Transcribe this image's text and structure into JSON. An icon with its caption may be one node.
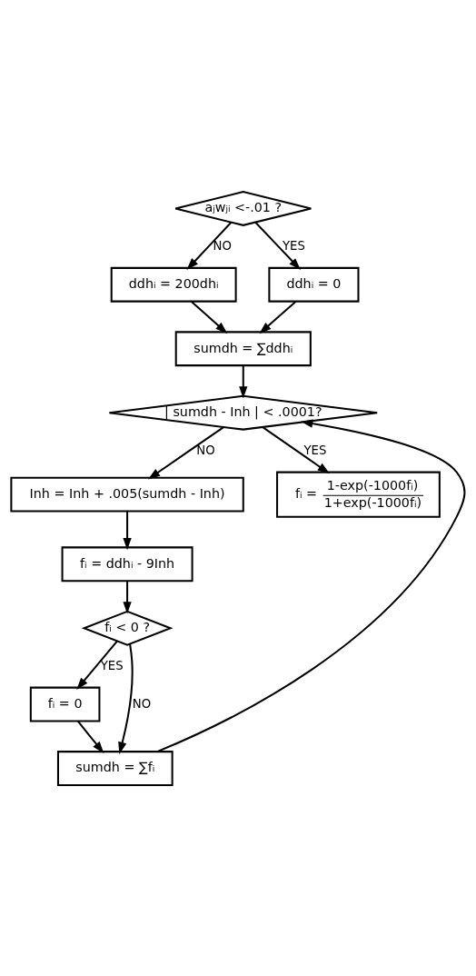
{
  "diagram": {
    "nodes": [
      {
        "text": [
          "aⱼwⱼᵢ <-.01 ?"
        ]
      },
      {
        "text": [
          "ddhᵢ = 200dhᵢ"
        ]
      },
      {
        "text": [
          "ddhᵢ = 0"
        ]
      },
      {
        "text": [
          "sumdh = ∑ddhᵢ"
        ]
      },
      {
        "text": [
          "| sumdh - Inh | < .0001?"
        ]
      },
      {
        "text": [
          "Inh = Inh + .005(sumdh - Inh)"
        ]
      },
      {
        "text": [
          "fᵢ = ddhᵢ - 9Inh"
        ]
      },
      {
        "text": [
          "fᵢ < 0 ?"
        ]
      },
      {
        "text": [
          "fᵢ = 0"
        ]
      },
      {
        "text": [
          "sumdh = ∑fᵢ"
        ]
      },
      {
        "text": [
          "fᵢ =",
          "1-exp(-1000fᵢ)",
          "1+exp(-1000fᵢ)"
        ]
      }
    ],
    "edges": [
      {
        "from": 0,
        "to": 1,
        "arrow": "to",
        "label": "NO"
      },
      {
        "from": 0,
        "to": 2,
        "arrow": "to",
        "label": "YES"
      },
      {
        "from": 1,
        "to": 3,
        "arrow": "to"
      },
      {
        "from": 2,
        "to": 3,
        "arrow": "to"
      },
      {
        "from": 3,
        "to": 4,
        "arrow": "to"
      },
      {
        "from": 4,
        "to": 5,
        "arrow": "to",
        "label": "NO"
      },
      {
        "from": 4,
        "to": 10,
        "arrow": "to",
        "label": "YES"
      },
      {
        "from": 5,
        "to": 6,
        "arrow": "to"
      },
      {
        "from": 6,
        "to": 7,
        "arrow": "to"
      },
      {
        "from": 7,
        "to": 8,
        "arrow": "to",
        "label": "YES"
      },
      {
        "from": 7,
        "to": 9,
        "arrow": "to",
        "label": "NO"
      },
      {
        "from": 8,
        "to": 9,
        "arrow": "to"
      },
      {
        "from": 9,
        "to": 4,
        "arrow": "to"
      }
    ]
  }
}
